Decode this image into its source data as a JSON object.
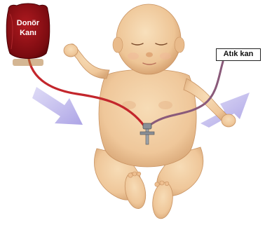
{
  "labels": {
    "donor_blood": "Donör\nKanı",
    "waste_blood": "Atık kan"
  },
  "colors": {
    "donor_bag": "#8e0f14",
    "donor_tube": "#c3262c",
    "waste_tube": "#8a5a7a",
    "flow_arrow": "#a79ee4",
    "skin": "#f1cfa5"
  },
  "icons": {
    "flow_in": "arrow-down-right",
    "flow_out": "arrow-up-right"
  }
}
